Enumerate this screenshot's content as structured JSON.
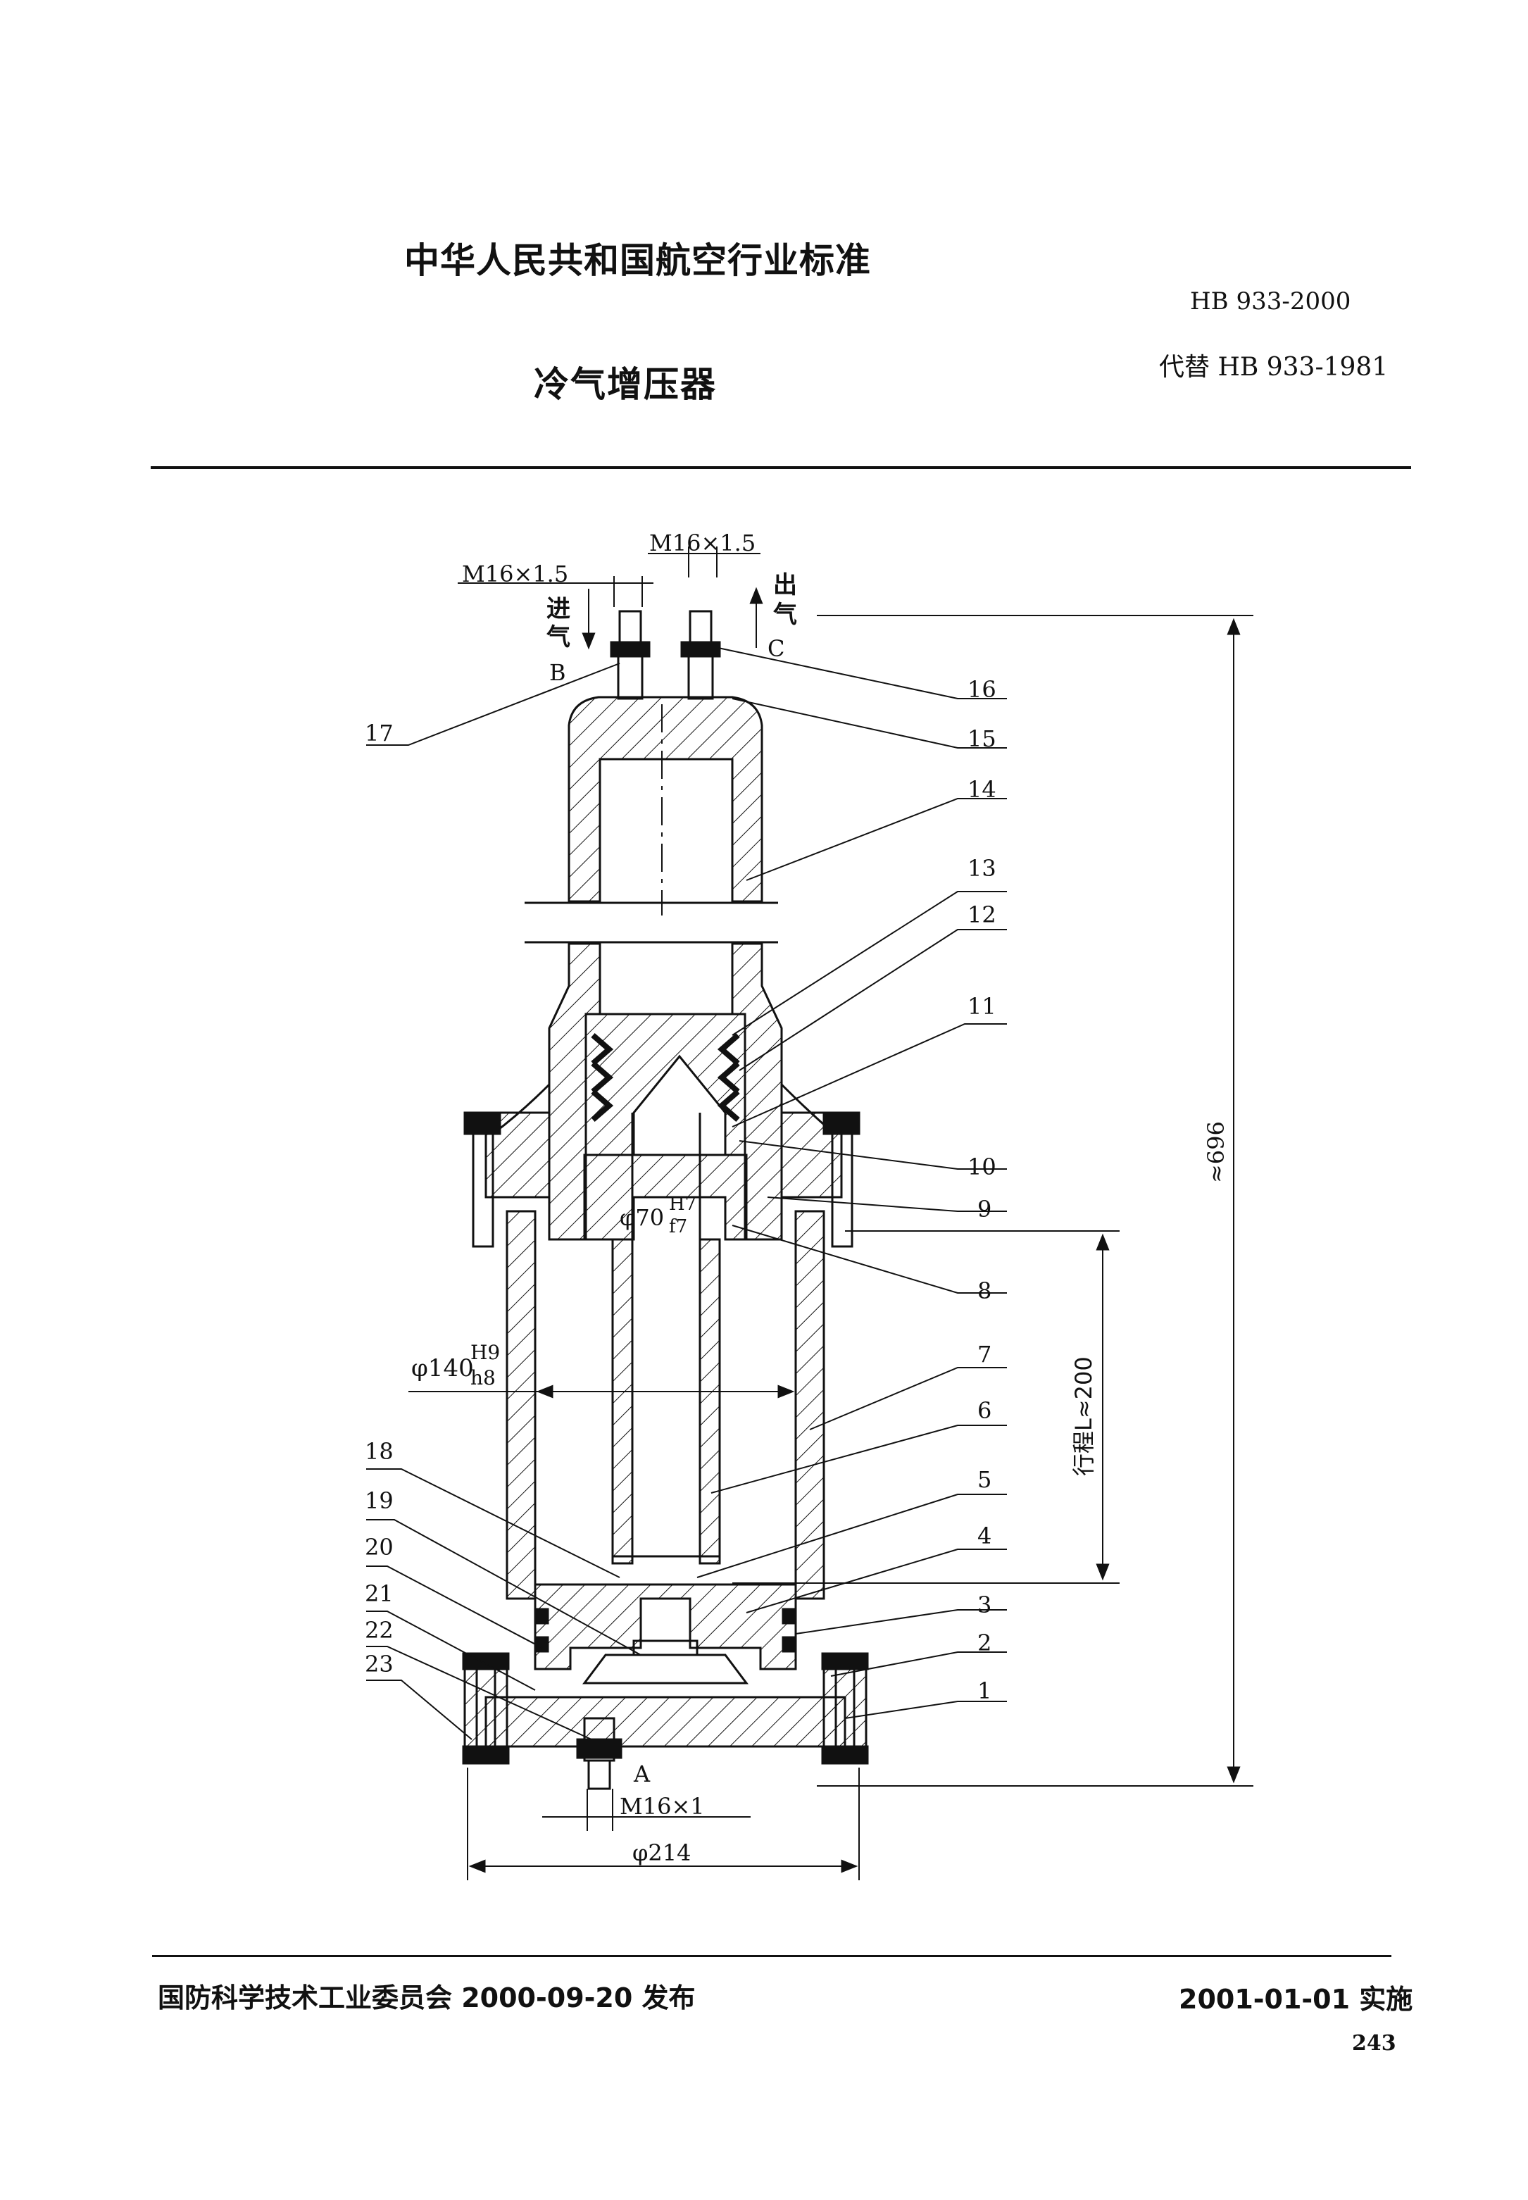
{
  "header": {
    "standard_body": "中华人民共和国航空行业标准",
    "standard_code": "HB 933-2000",
    "replaces": "代替 HB 933-1981",
    "document_title": "冷气增压器"
  },
  "drawing": {
    "thread_b": "M16×1.5",
    "thread_c": "M16×1.5",
    "inlet_label_1": "进",
    "inlet_label_2": "气",
    "port_b": "B",
    "outlet_label_1": "出",
    "outlet_label_2": "气",
    "port_c": "C",
    "port_a": "A",
    "thread_a": "M16×1",
    "dia_outer": "φ214",
    "dia_cyl_prefix": "φ140",
    "dia_cyl_tol_upper": "H9",
    "dia_cyl_tol_lower": "h8",
    "dia_rod_prefix": "φ70",
    "dia_rod_tol_upper": "H7",
    "dia_rod_tol_lower": "f7",
    "overall_height": "≈696",
    "stroke": "行程L≈200",
    "parts": {
      "p1": "1",
      "p2": "2",
      "p3": "3",
      "p4": "4",
      "p5": "5",
      "p6": "6",
      "p7": "7",
      "p8": "8",
      "p9": "9",
      "p10": "10",
      "p11": "11",
      "p12": "12",
      "p13": "13",
      "p14": "14",
      "p15": "15",
      "p16": "16",
      "p17": "17",
      "p18": "18",
      "p19": "19",
      "p20": "20",
      "p21": "21",
      "p22": "22",
      "p23": "23"
    }
  },
  "footer": {
    "issuer": "国防科学技术工业委员会 2000-09-20 发布",
    "implementation": "2001-01-01 实施",
    "page_number": "243"
  }
}
